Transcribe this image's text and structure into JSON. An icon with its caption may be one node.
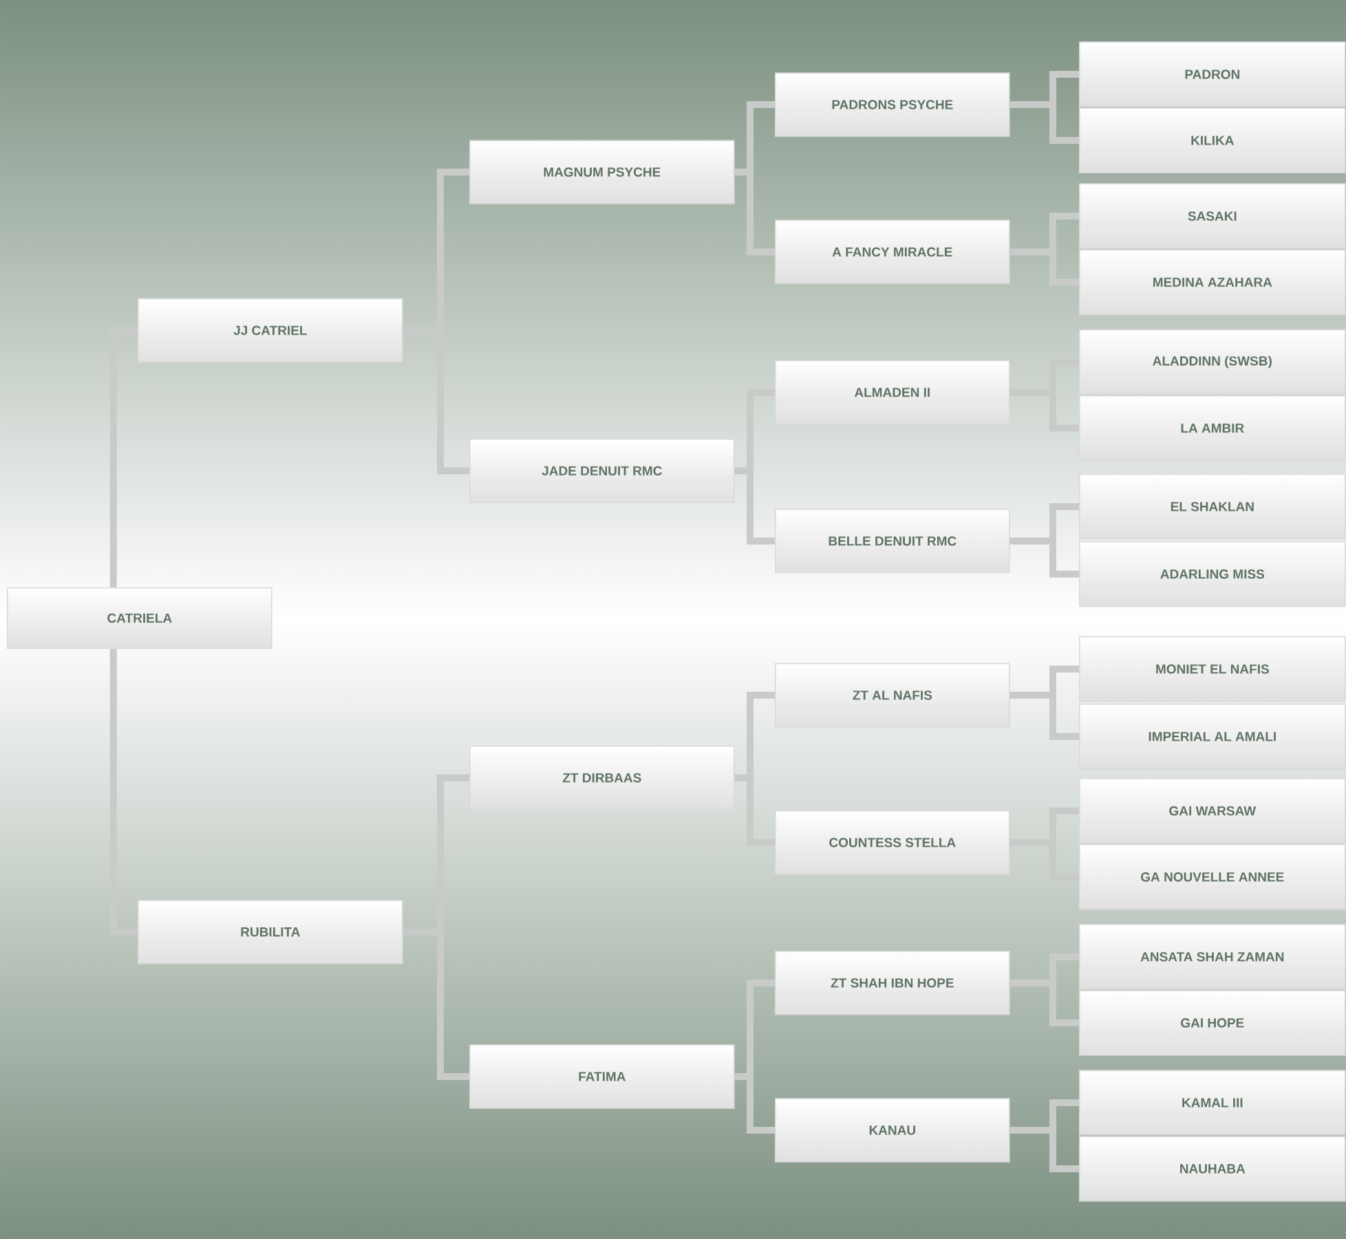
{
  "diagram": {
    "nodes": [
      {
        "text": [
          "CATRIELA"
        ]
      },
      {
        "text": [
          "JJ CATRIEL"
        ]
      },
      {
        "text": [
          "MAGNUM PSYCHE"
        ]
      },
      {
        "text": [
          "PADRONS PSYCHE"
        ]
      },
      {
        "text": [
          "PADRON"
        ]
      },
      {
        "text": [
          "KILIKA"
        ]
      },
      {
        "text": [
          "A FANCY MIRACLE"
        ]
      },
      {
        "text": [
          "SASAKI"
        ]
      },
      {
        "text": [
          "MEDINA AZAHARA"
        ]
      },
      {
        "text": [
          "JADE DENUIT RMC"
        ]
      },
      {
        "text": [
          "ALMADEN II"
        ]
      },
      {
        "text": [
          "ALADDINN (SWSB)"
        ]
      },
      {
        "text": [
          "LA AMBIR"
        ]
      },
      {
        "text": [
          "BELLE DENUIT RMC"
        ]
      },
      {
        "text": [
          "EL SHAKLAN"
        ]
      },
      {
        "text": [
          "ADARLING MISS"
        ]
      },
      {
        "text": [
          "RUBILITA"
        ]
      },
      {
        "text": [
          "ZT DIRBAAS"
        ]
      },
      {
        "text": [
          "ZT AL NAFIS"
        ]
      },
      {
        "text": [
          "MONIET EL NAFIS"
        ]
      },
      {
        "text": [
          "IMPERIAL AL AMALI"
        ]
      },
      {
        "text": [
          "COUNTESS STELLA"
        ]
      },
      {
        "text": [
          "GAI WARSAW"
        ]
      },
      {
        "text": [
          "GA NOUVELLE ANNEE"
        ]
      },
      {
        "text": [
          "FATIMA"
        ]
      },
      {
        "text": [
          "ZT SHAH IBN HOPE"
        ]
      },
      {
        "text": [
          "ANSATA SHAH ZAMAN"
        ]
      },
      {
        "text": [
          "GAI HOPE"
        ]
      },
      {
        "text": [
          "KANAU"
        ]
      },
      {
        "text": [
          "KAMAL III"
        ]
      },
      {
        "text": [
          "NAUHABA"
        ]
      }
    ],
    "edges": [
      {
        "from": 0,
        "to": 1,
        "arrow": "none"
      },
      {
        "from": 0,
        "to": 16,
        "arrow": "none"
      },
      {
        "from": 1,
        "to": 2,
        "arrow": "none"
      },
      {
        "from": 1,
        "to": 9,
        "arrow": "none"
      },
      {
        "from": 2,
        "to": 3,
        "arrow": "none"
      },
      {
        "from": 2,
        "to": 6,
        "arrow": "none"
      },
      {
        "from": 3,
        "to": 4,
        "arrow": "none"
      },
      {
        "from": 3,
        "to": 5,
        "arrow": "none"
      },
      {
        "from": 6,
        "to": 7,
        "arrow": "none"
      },
      {
        "from": 6,
        "to": 8,
        "arrow": "none"
      },
      {
        "from": 9,
        "to": 10,
        "arrow": "none"
      },
      {
        "from": 9,
        "to": 13,
        "arrow": "none"
      },
      {
        "from": 10,
        "to": 11,
        "arrow": "none"
      },
      {
        "from": 10,
        "to": 12,
        "arrow": "none"
      },
      {
        "from": 13,
        "to": 14,
        "arrow": "none"
      },
      {
        "from": 13,
        "to": 15,
        "arrow": "none"
      },
      {
        "from": 16,
        "to": 17,
        "arrow": "none"
      },
      {
        "from": 16,
        "to": 24,
        "arrow": "none"
      },
      {
        "from": 17,
        "to": 18,
        "arrow": "none"
      },
      {
        "from": 17,
        "to": 21,
        "arrow": "none"
      },
      {
        "from": 18,
        "to": 19,
        "arrow": "none"
      },
      {
        "from": 18,
        "to": 20,
        "arrow": "none"
      },
      {
        "from": 21,
        "to": 22,
        "arrow": "none"
      },
      {
        "from": 21,
        "to": 23,
        "arrow": "none"
      },
      {
        "from": 24,
        "to": 25,
        "arrow": "none"
      },
      {
        "from": 24,
        "to": 28,
        "arrow": "none"
      },
      {
        "from": 25,
        "to": 26,
        "arrow": "none"
      },
      {
        "from": 25,
        "to": 27,
        "arrow": "none"
      },
      {
        "from": 28,
        "to": 29,
        "arrow": "none"
      },
      {
        "from": 28,
        "to": 30,
        "arrow": "none"
      }
    ]
  }
}
